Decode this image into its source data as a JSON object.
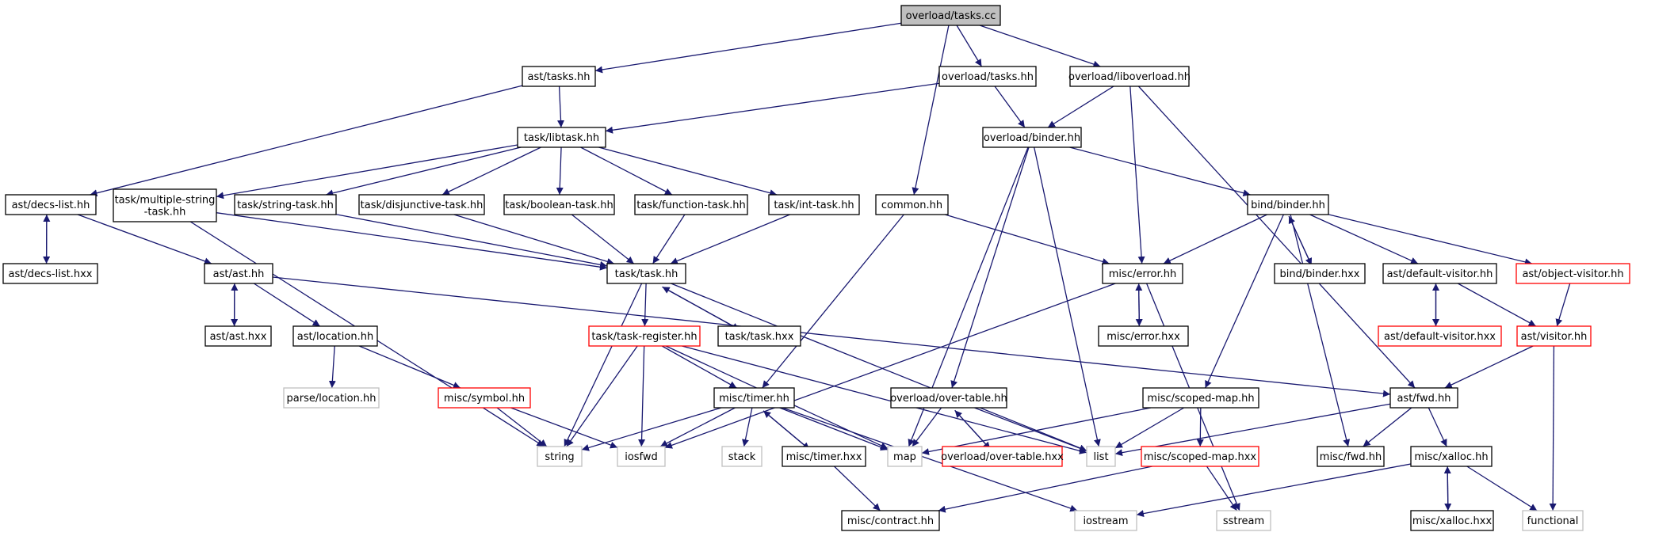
{
  "diagram": {
    "colors": {
      "edge": "#191970",
      "node_border": "#000000",
      "node_fill": "#ffffff",
      "root_fill": "#bfbfbf",
      "truncated_border": "#ff0000",
      "system_border": "#bfbfbf",
      "system_text": "#404040"
    },
    "nodes": [
      {
        "id": "n0",
        "label": "overload/tasks.cc",
        "kind": "root"
      },
      {
        "id": "n1",
        "label": "ast/tasks.hh",
        "kind": "normal"
      },
      {
        "id": "n2",
        "label": "overload/tasks.hh",
        "kind": "normal"
      },
      {
        "id": "n3",
        "label": "overload/liboverload.hh",
        "kind": "normal"
      },
      {
        "id": "n4",
        "label": "task/libtask.hh",
        "kind": "normal"
      },
      {
        "id": "n5",
        "label": "overload/binder.hh",
        "kind": "normal"
      },
      {
        "id": "n6",
        "label": "ast/decs-list.hh",
        "kind": "normal"
      },
      {
        "id": "n7",
        "label": [
          "task/multiple-string",
          "-task.hh"
        ],
        "kind": "normal"
      },
      {
        "id": "n8",
        "label": "task/string-task.hh",
        "kind": "normal"
      },
      {
        "id": "n9",
        "label": "task/disjunctive-task.hh",
        "kind": "normal"
      },
      {
        "id": "n10",
        "label": "task/boolean-task.hh",
        "kind": "normal"
      },
      {
        "id": "n11",
        "label": "task/function-task.hh",
        "kind": "normal"
      },
      {
        "id": "n12",
        "label": "task/int-task.hh",
        "kind": "normal"
      },
      {
        "id": "n13",
        "label": "common.hh",
        "kind": "normal"
      },
      {
        "id": "n14",
        "label": "bind/binder.hh",
        "kind": "normal"
      },
      {
        "id": "n15",
        "label": "ast/decs-list.hxx",
        "kind": "normal"
      },
      {
        "id": "n16",
        "label": "ast/ast.hh",
        "kind": "normal"
      },
      {
        "id": "n17",
        "label": "task/task.hh",
        "kind": "normal"
      },
      {
        "id": "n18",
        "label": "misc/error.hh",
        "kind": "normal"
      },
      {
        "id": "n19",
        "label": "bind/binder.hxx",
        "kind": "normal"
      },
      {
        "id": "n20",
        "label": "ast/default-visitor.hh",
        "kind": "normal"
      },
      {
        "id": "n21",
        "label": "ast/object-visitor.hh",
        "kind": "truncated"
      },
      {
        "id": "n22",
        "label": "ast/ast.hxx",
        "kind": "normal"
      },
      {
        "id": "n23",
        "label": "ast/location.hh",
        "kind": "normal"
      },
      {
        "id": "n24",
        "label": "task/task-register.hh",
        "kind": "truncated"
      },
      {
        "id": "n25",
        "label": "task/task.hxx",
        "kind": "normal"
      },
      {
        "id": "n26",
        "label": "misc/error.hxx",
        "kind": "normal"
      },
      {
        "id": "n27",
        "label": "ast/default-visitor.hxx",
        "kind": "truncated"
      },
      {
        "id": "n28",
        "label": "ast/visitor.hh",
        "kind": "truncated"
      },
      {
        "id": "n29",
        "label": "parse/location.hh",
        "kind": "system"
      },
      {
        "id": "n30",
        "label": "misc/symbol.hh",
        "kind": "truncated"
      },
      {
        "id": "n31",
        "label": "misc/timer.hh",
        "kind": "normal"
      },
      {
        "id": "n32",
        "label": "overload/over-table.hh",
        "kind": "normal"
      },
      {
        "id": "n33",
        "label": "misc/scoped-map.hh",
        "kind": "normal"
      },
      {
        "id": "n34",
        "label": "ast/fwd.hh",
        "kind": "normal"
      },
      {
        "id": "n35",
        "label": "string",
        "kind": "system"
      },
      {
        "id": "n36",
        "label": "iosfwd",
        "kind": "system"
      },
      {
        "id": "n37",
        "label": "stack",
        "kind": "system"
      },
      {
        "id": "n38",
        "label": "misc/timer.hxx",
        "kind": "normal"
      },
      {
        "id": "n39",
        "label": "map",
        "kind": "system"
      },
      {
        "id": "n40",
        "label": "overload/over-table.hxx",
        "kind": "truncated"
      },
      {
        "id": "n41",
        "label": "list",
        "kind": "system"
      },
      {
        "id": "n42",
        "label": "misc/scoped-map.hxx",
        "kind": "truncated"
      },
      {
        "id": "n43",
        "label": "misc/fwd.hh",
        "kind": "normal"
      },
      {
        "id": "n44",
        "label": "misc/xalloc.hh",
        "kind": "normal"
      },
      {
        "id": "n45",
        "label": "misc/contract.hh",
        "kind": "normal"
      },
      {
        "id": "n46",
        "label": "iostream",
        "kind": "system"
      },
      {
        "id": "n47",
        "label": "sstream",
        "kind": "system"
      },
      {
        "id": "n48",
        "label": "misc/xalloc.hxx",
        "kind": "normal"
      },
      {
        "id": "n49",
        "label": "functional",
        "kind": "system"
      }
    ],
    "edges": [
      [
        "n0",
        "n1"
      ],
      [
        "n0",
        "n2"
      ],
      [
        "n0",
        "n3"
      ],
      [
        "n0",
        "n13"
      ],
      [
        "n1",
        "n4"
      ],
      [
        "n1",
        "n6"
      ],
      [
        "n2",
        "n4"
      ],
      [
        "n2",
        "n5"
      ],
      [
        "n3",
        "n5"
      ],
      [
        "n3",
        "n18"
      ],
      [
        "n3",
        "n34"
      ],
      [
        "n4",
        "n7"
      ],
      [
        "n4",
        "n8"
      ],
      [
        "n4",
        "n9"
      ],
      [
        "n4",
        "n10"
      ],
      [
        "n4",
        "n11"
      ],
      [
        "n4",
        "n12"
      ],
      [
        "n5",
        "n14"
      ],
      [
        "n5",
        "n32"
      ],
      [
        "n5",
        "n39"
      ],
      [
        "n5",
        "n41"
      ],
      [
        "n6",
        "n15"
      ],
      [
        "n15",
        "n6"
      ],
      [
        "n6",
        "n16"
      ],
      [
        "n7",
        "n17"
      ],
      [
        "n7",
        "n35"
      ],
      [
        "n8",
        "n17"
      ],
      [
        "n9",
        "n17"
      ],
      [
        "n10",
        "n17"
      ],
      [
        "n11",
        "n17"
      ],
      [
        "n12",
        "n17"
      ],
      [
        "n13",
        "n18"
      ],
      [
        "n13",
        "n31"
      ],
      [
        "n14",
        "n18"
      ],
      [
        "n14",
        "n19"
      ],
      [
        "n19",
        "n14"
      ],
      [
        "n14",
        "n20"
      ],
      [
        "n14",
        "n21"
      ],
      [
        "n14",
        "n33"
      ],
      [
        "n14",
        "n43"
      ],
      [
        "n16",
        "n22"
      ],
      [
        "n22",
        "n16"
      ],
      [
        "n16",
        "n23"
      ],
      [
        "n16",
        "n34"
      ],
      [
        "n17",
        "n24"
      ],
      [
        "n17",
        "n25"
      ],
      [
        "n25",
        "n17"
      ],
      [
        "n17",
        "n35"
      ],
      [
        "n17",
        "n41"
      ],
      [
        "n18",
        "n26"
      ],
      [
        "n26",
        "n18"
      ],
      [
        "n18",
        "n36"
      ],
      [
        "n18",
        "n47"
      ],
      [
        "n20",
        "n27"
      ],
      [
        "n27",
        "n20"
      ],
      [
        "n20",
        "n28"
      ],
      [
        "n21",
        "n28"
      ],
      [
        "n23",
        "n29"
      ],
      [
        "n23",
        "n30"
      ],
      [
        "n24",
        "n31"
      ],
      [
        "n24",
        "n35"
      ],
      [
        "n24",
        "n36"
      ],
      [
        "n24",
        "n39"
      ],
      [
        "n24",
        "n41"
      ],
      [
        "n28",
        "n34"
      ],
      [
        "n28",
        "n49"
      ],
      [
        "n30",
        "n35"
      ],
      [
        "n30",
        "n36"
      ],
      [
        "n31",
        "n35"
      ],
      [
        "n31",
        "n36"
      ],
      [
        "n31",
        "n37"
      ],
      [
        "n31",
        "n38"
      ],
      [
        "n38",
        "n31"
      ],
      [
        "n31",
        "n39"
      ],
      [
        "n31",
        "n46"
      ],
      [
        "n38",
        "n45"
      ],
      [
        "n32",
        "n39"
      ],
      [
        "n32",
        "n40"
      ],
      [
        "n40",
        "n32"
      ],
      [
        "n32",
        "n41"
      ],
      [
        "n33",
        "n39"
      ],
      [
        "n33",
        "n41"
      ],
      [
        "n33",
        "n42"
      ],
      [
        "n34",
        "n41"
      ],
      [
        "n34",
        "n43"
      ],
      [
        "n34",
        "n44"
      ],
      [
        "n42",
        "n45"
      ],
      [
        "n42",
        "n47"
      ],
      [
        "n44",
        "n48"
      ],
      [
        "n48",
        "n44"
      ],
      [
        "n44",
        "n46"
      ],
      [
        "n44",
        "n49"
      ]
    ]
  }
}
